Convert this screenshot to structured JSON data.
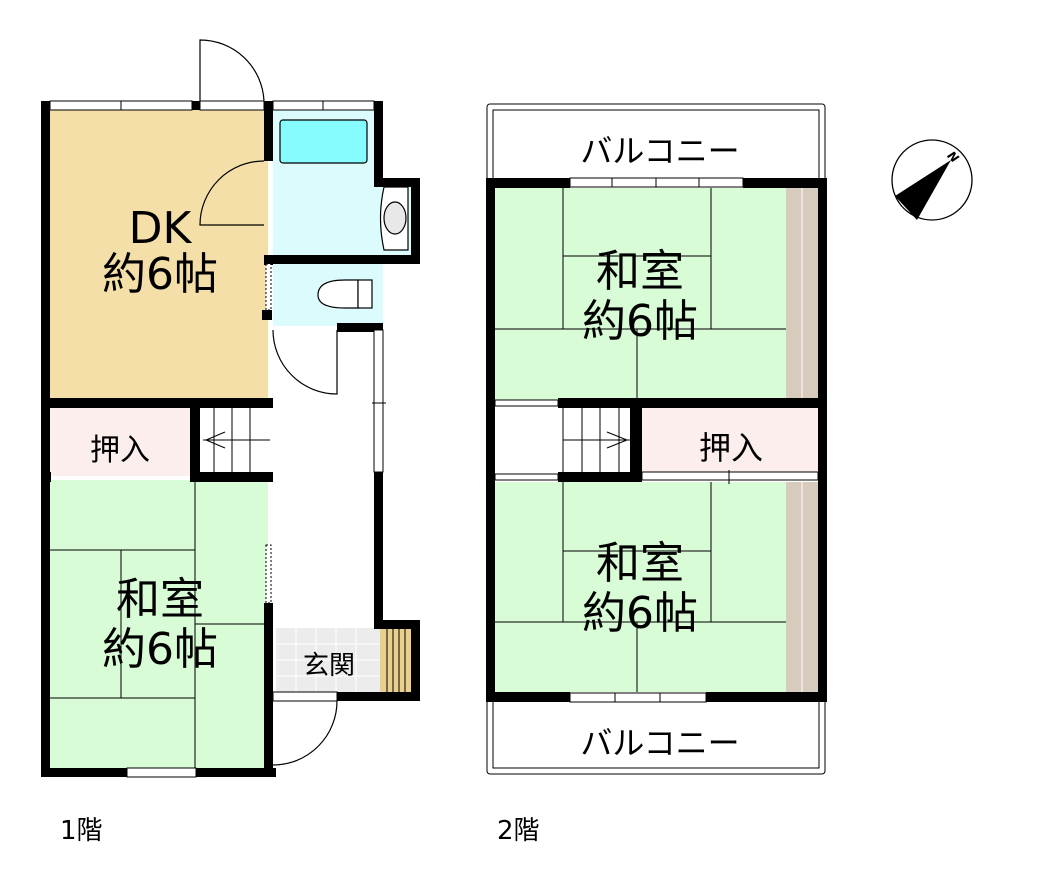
{
  "floor1": {
    "label": "1階",
    "rooms": {
      "dk": {
        "name": "DK",
        "size": "約6帖",
        "color": "#f5dfa8"
      },
      "closet": {
        "name": "押入",
        "color": "#fdeeee"
      },
      "washitsu": {
        "name": "和室",
        "size": "約6帖",
        "color": "#d8fcd6"
      },
      "genkan": {
        "name": "玄関",
        "color": "#ececec"
      },
      "bath": {
        "color": "#dcfbfd",
        "tub_color": "#86fcff"
      }
    }
  },
  "floor2": {
    "label": "2階",
    "balcony_top": "バルコニー",
    "balcony_bottom": "バルコニー",
    "rooms": {
      "washitsu_top": {
        "name": "和室",
        "size": "約6帖",
        "color": "#d8fcd6"
      },
      "closet": {
        "name": "押入",
        "color": "#fdeeee"
      },
      "washitsu_bottom": {
        "name": "和室",
        "size": "約6帖",
        "color": "#d8fcd6"
      },
      "engawa_color": "#d6cbbd"
    }
  },
  "compass": {
    "label": "N"
  },
  "colors": {
    "wall": "#000000",
    "shoebox": "#ead08f"
  }
}
